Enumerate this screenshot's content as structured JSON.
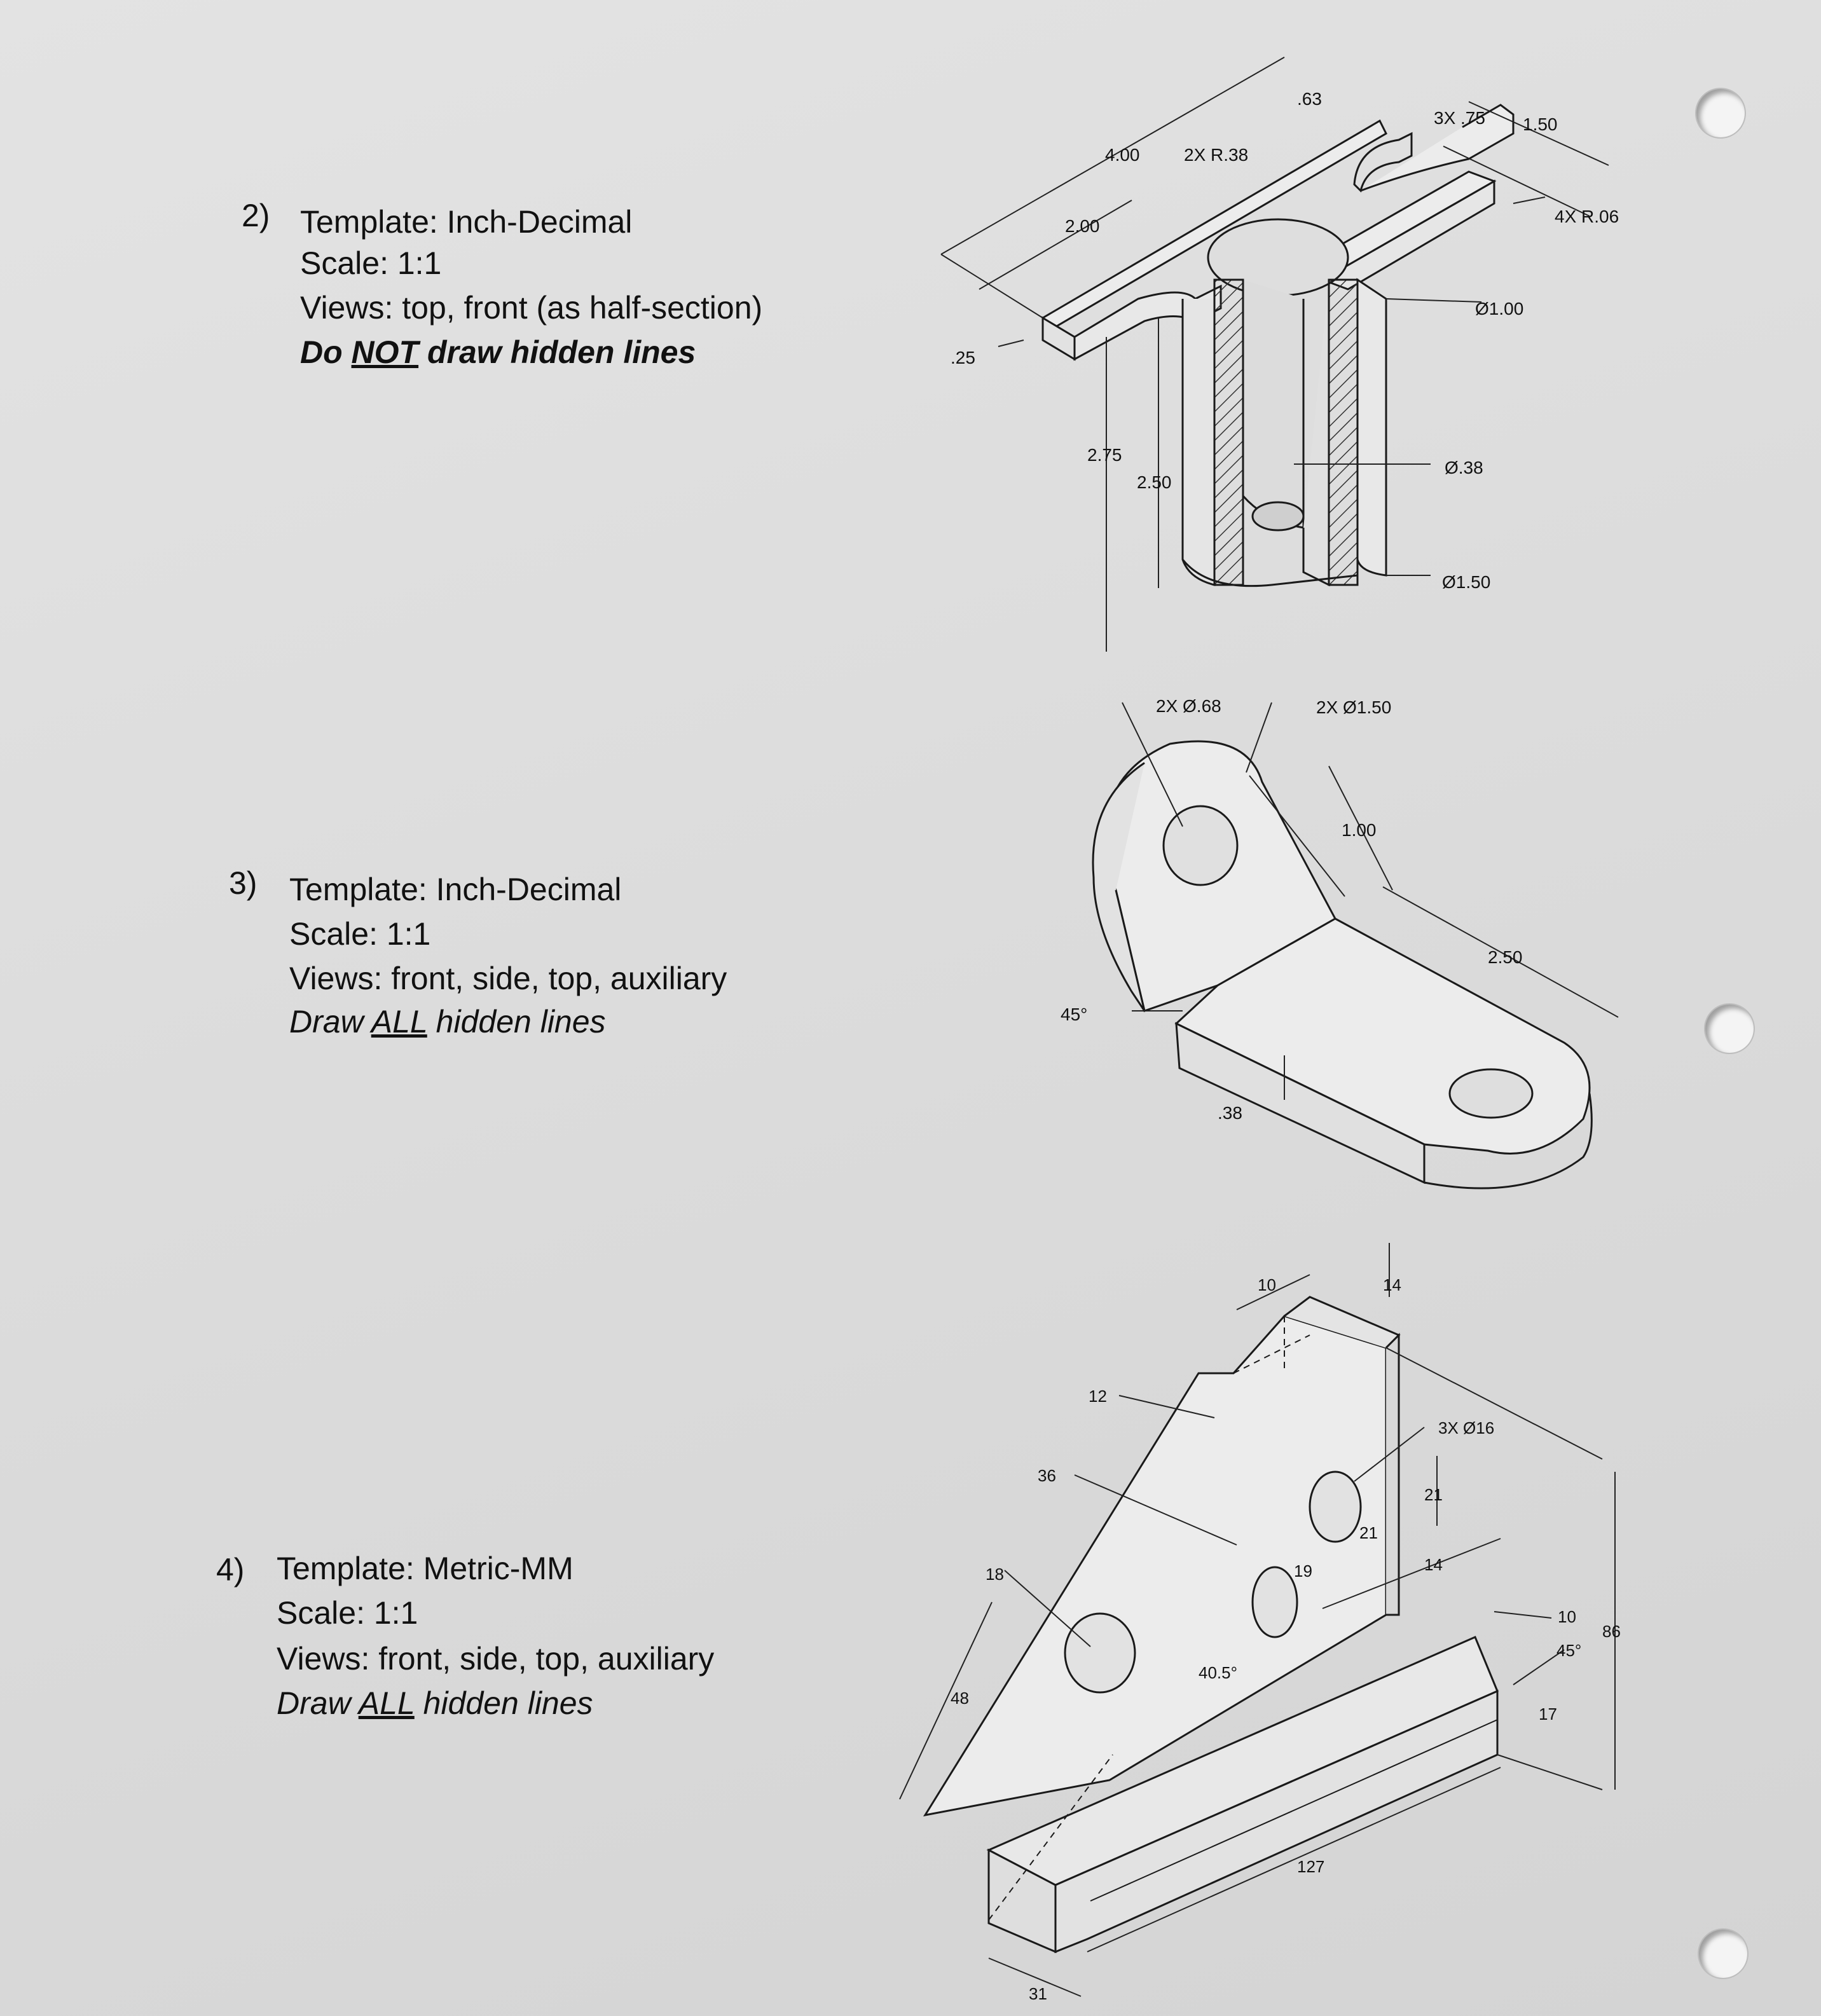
{
  "problems": [
    {
      "number": "2)",
      "template": "Template: Inch-Decimal",
      "scale": "Scale: 1:1",
      "views": "Views: top, front (as half-section)",
      "hidden_pre": "Do ",
      "hidden_key": "NOT",
      "hidden_post": " draw hidden lines"
    },
    {
      "number": "3)",
      "template": "Template: Inch-Decimal",
      "scale": "Scale: 1:1",
      "views": "Views: front, side, top, auxiliary",
      "hidden_pre": "Draw ",
      "hidden_key": "ALL",
      "hidden_post": " hidden lines"
    },
    {
      "number": "4)",
      "template": "Template: Metric-MM",
      "scale": "Scale: 1:1",
      "views": "Views: front, side, top, auxiliary",
      "hidden_pre": "Draw ",
      "hidden_key": "ALL",
      "hidden_post": " hidden lines"
    }
  ],
  "drawing1_dims": {
    "d63": ".63",
    "d3x75": "3X .75",
    "d150": "1.50",
    "d400": "4.00",
    "d2xr38": "2X R.38",
    "d4xr06": "4X R.06",
    "d200": "2.00",
    "dia100": "Ø1.00",
    "d25": ".25",
    "d275": "2.75",
    "d250": "2.50",
    "dia38": "Ø.38",
    "dia150": "Ø1.50"
  },
  "drawing2_dims": {
    "d2xdia68": "2X Ø.68",
    "d2xdia150": "2X Ø1.50",
    "d100": "1.00",
    "d250": "2.50",
    "d45": "45°",
    "d38": ".38"
  },
  "drawing3_dims": {
    "d10a": "10",
    "d14a": "14",
    "d12": "12",
    "d3xdia16": "3X Ø16",
    "d36": "36",
    "d21a": "21",
    "d21b": "21",
    "d19": "19",
    "d18": "18",
    "d14b": "14",
    "d10b": "10",
    "d86": "86",
    "d45": "45°",
    "d405": "40.5°",
    "d48": "48",
    "d17": "17",
    "d127": "127",
    "d31": "31"
  }
}
